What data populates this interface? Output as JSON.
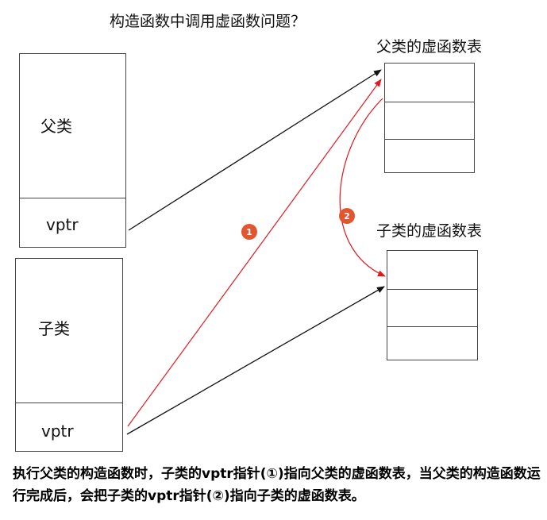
{
  "title": "构造函数中调用虚函数问题？",
  "parent_class": {
    "label": "父类",
    "vptr": "vptr"
  },
  "child_class": {
    "label": "子类",
    "vptr": "vptr"
  },
  "parent_vtable": {
    "title": "父类的虚函数表",
    "rows": 3
  },
  "child_vtable": {
    "title": "子类的虚函数表",
    "rows": 3
  },
  "badges": [
    "1",
    "2"
  ],
  "caption": "执行父类的构造函数时，子类的vptr指针(①)指向父类的虚函数表，当父类的构造函数运行完成后，会把子类的vptr指针(②)指向子类的虚函数表。",
  "colors": {
    "arrow_black": "#111111",
    "arrow_red": "#e0191f",
    "badge": "#e2562f"
  }
}
